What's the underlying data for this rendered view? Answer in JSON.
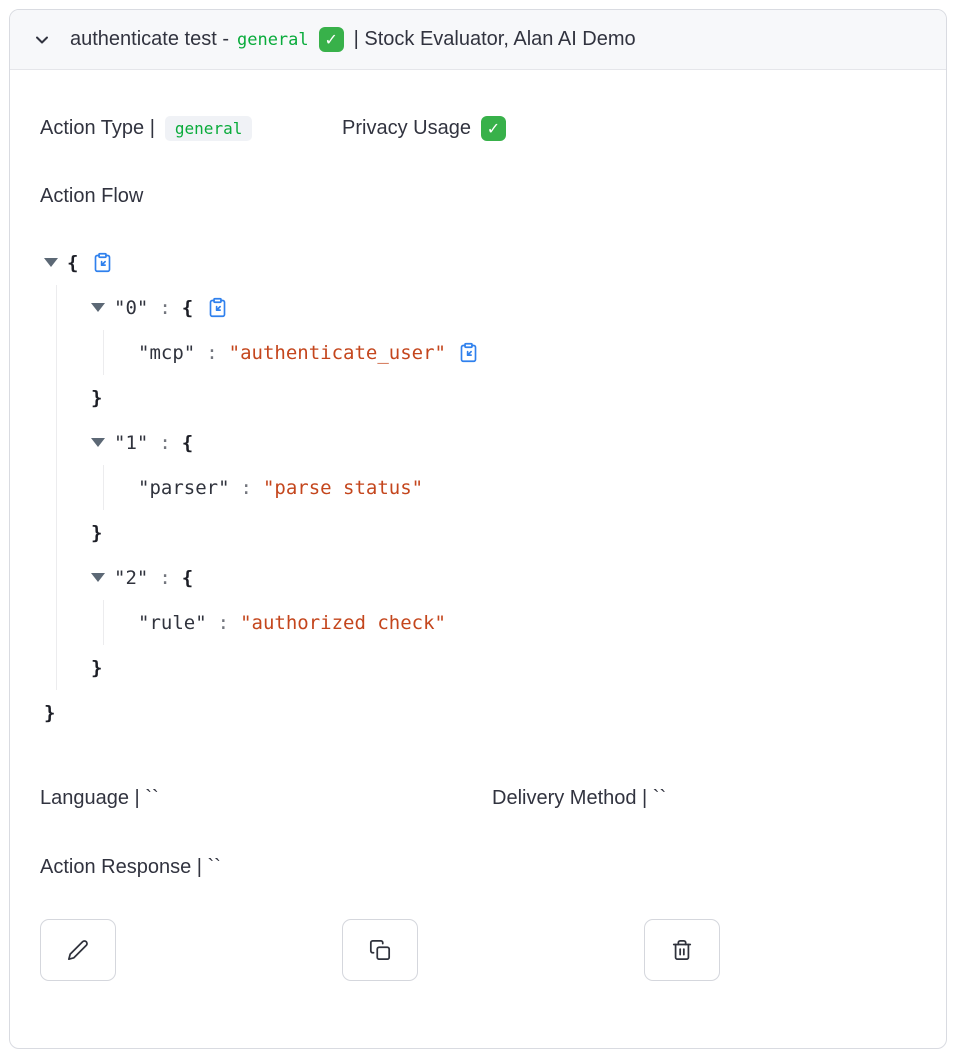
{
  "colors": {
    "code-green": "#09ab3b",
    "json-value": "#c4461d",
    "copy-blue": "#2f80ed",
    "check-green": "#38b14a",
    "header-bg": "#f7f8fa",
    "card-border": "#d9dbe1",
    "text": "#31333f"
  },
  "icons": {
    "check_glyph": "✓"
  },
  "header": {
    "title_prefix": "authenticate test -",
    "title_code": "general",
    "title_rest": "| Stock Evaluator, Alan AI Demo"
  },
  "meta": {
    "action_type_label": "Action Type |",
    "action_type_value": "general",
    "privacy_label": "Privacy Usage",
    "action_flow_label": "Action Flow"
  },
  "tree": {
    "punct": {
      "open": "{",
      "close": "}",
      "colon": ":"
    },
    "entries": [
      {
        "key": "\"0\"",
        "child": {
          "key": "\"mcp\"",
          "value": "\"authenticate_user\""
        }
      },
      {
        "key": "\"1\"",
        "child": {
          "key": "\"parser\"",
          "value": "\"parse status\""
        }
      },
      {
        "key": "\"2\"",
        "child": {
          "key": "\"rule\"",
          "value": "\"authorized check\""
        }
      }
    ]
  },
  "fields": {
    "language_label": "Language | ``",
    "delivery_label": "Delivery Method | ``",
    "response_label": "Action Response | ``"
  },
  "buttons": [
    {
      "name": "edit",
      "icon": "pencil-icon"
    },
    {
      "name": "copy",
      "icon": "copy-icon"
    },
    {
      "name": "delete",
      "icon": "trash-icon"
    }
  ]
}
